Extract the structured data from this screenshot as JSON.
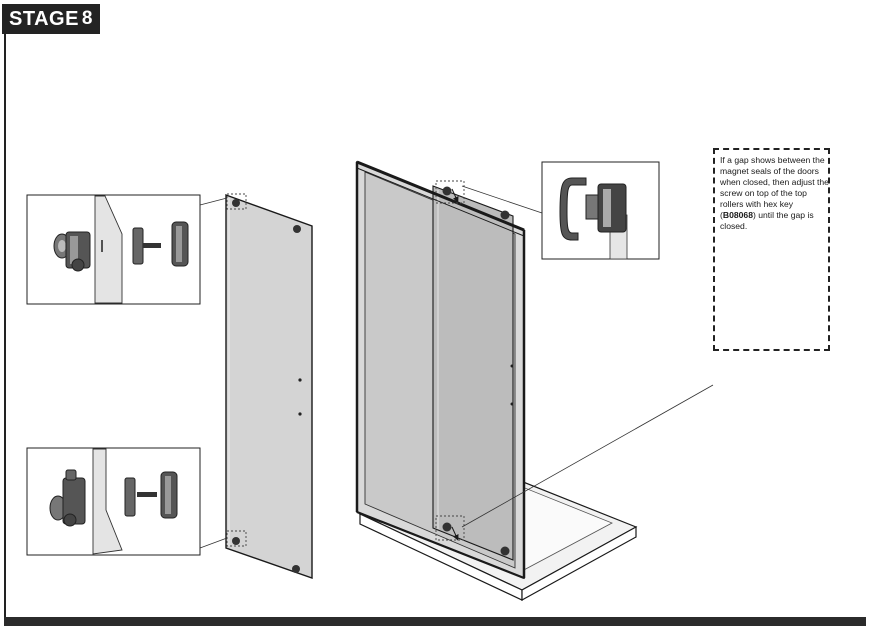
{
  "stage": {
    "label": "STAGE",
    "number": "8"
  },
  "note": {
    "text_before": "If a gap shows between the magnet seals of the doors when closed, then adjust the screw on top of the top rollers with hex key (",
    "part_code": "B08068",
    "text_after": ") until the gap is closed."
  },
  "colors": {
    "badge_bg": "#232323",
    "badge_text": "#ffffff",
    "glass_fill": "#d8d8d8",
    "line": "#1a1a1a",
    "bottom_bar": "#2b2b2b"
  },
  "icons": {
    "roller": "roller-assembly-icon",
    "bolt": "bolt-icon",
    "wheel": "wheel-icon",
    "hex_key": "hex-key-icon",
    "magnet": "magnet-seal-icon"
  }
}
